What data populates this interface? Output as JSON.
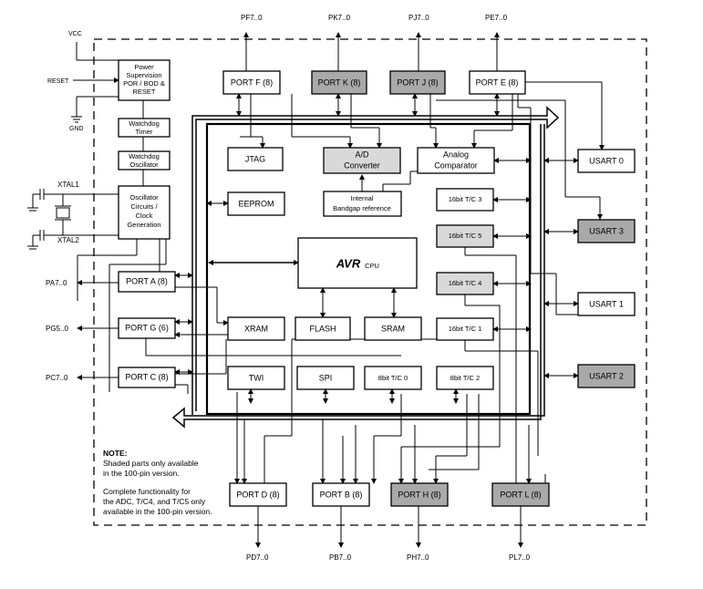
{
  "blocks": {
    "port_f": "PORT F (8)",
    "port_k": "PORT K (8)",
    "port_j": "PORT J (8)",
    "port_e": "PORT E (8)",
    "power_1": "Power",
    "power_2": "Supervision",
    "power_3": "POR / BOD &",
    "power_4": "RESET",
    "wdt_1": "Watchdog",
    "wdt_2": "Timer",
    "wdo_1": "Watchdog",
    "wdo_2": "Oscillator",
    "osc_1": "Oscillator",
    "osc_2": "Circuits /",
    "osc_3": "Clock",
    "osc_4": "Generation",
    "jtag": "JTAG",
    "adc_1": "A/D",
    "adc_2": "Converter",
    "ac_1": "Analog",
    "ac_2": "Comparator",
    "eeprom": "EEPROM",
    "bg_1": "Internal",
    "bg_2": "Bandgap reference",
    "tc3": "16bit T/C 3",
    "tc5": "16bit T/C 5",
    "tc4": "16bit T/C 4",
    "tc1": "16bit T/C 1",
    "cpu_logo": "AVR",
    "cpu_text": "CPU",
    "port_a": "PORT A (8)",
    "port_g": "PORT G (6)",
    "port_c": "PORT C (8)",
    "xram": "XRAM",
    "flash": "FLASH",
    "sram": "SRAM",
    "twi": "TWI",
    "spi": "SPI",
    "tc0": "8bit T/C 0",
    "tc2": "8bit T/C 2",
    "usart0": "USART 0",
    "usart3": "USART 3",
    "usart1": "USART 1",
    "usart2": "USART 2",
    "port_d": "PORT D (8)",
    "port_b": "PORT B (8)",
    "port_h": "PORT H (8)",
    "port_l": "PORT L (8)"
  },
  "pins": {
    "pf": "PF7..0",
    "pk": "PK7..0",
    "pj": "PJ7..0",
    "pe": "PE7..0",
    "vcc": "VCC",
    "reset": "RESET",
    "gnd": "GND",
    "xtal1": "XTAL1",
    "xtal2": "XTAL2",
    "pa": "PA7..0",
    "pg": "PG5..0",
    "pc": "PC7..0",
    "pd": "PD7..0",
    "pb": "PB7..0",
    "ph": "PH7..0",
    "pl": "PL7..0"
  },
  "note": {
    "title": "NOTE:",
    "line1": "Shaded parts only available",
    "line2": "in the 100-pin version.",
    "line3": "Complete functionality for",
    "line4": "the ADC, T/C4, and T/C5 only",
    "line5": "available in the 100-pin version."
  }
}
